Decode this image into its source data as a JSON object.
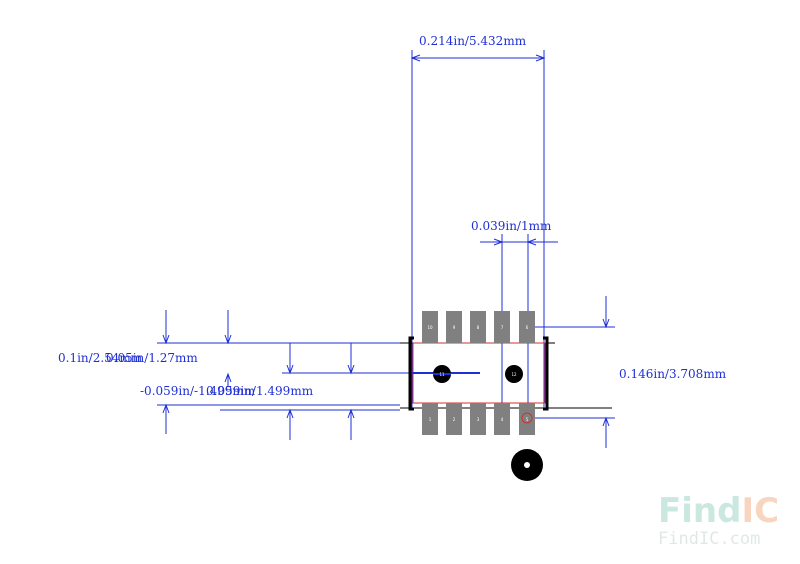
{
  "dimensions": {
    "top_width": "0.214in/5.432mm",
    "pitch": "0.039in/1mm",
    "left_height": "0.1in/2.54mm",
    "left_height_overlap": "0.05in/1.27mm",
    "left_offset": "-0.059in/-1.499mm",
    "left_offset_overlap": "0.059in/1.499mm",
    "right_height": "0.146in/3.708mm"
  },
  "pins": {
    "top": [
      "10",
      "9",
      "8",
      "7",
      "6"
    ],
    "bottom": [
      "1",
      "2",
      "3",
      "4",
      "5"
    ]
  },
  "center_labels": [
    "11",
    "12"
  ],
  "watermark": {
    "brand_find": "Find",
    "brand_ic": "IC",
    "url": "FindIC.com"
  },
  "colors": {
    "dimension": "#1f2fd6",
    "pad": "#808080",
    "outline": "#000000",
    "courtyard": "#d03030"
  }
}
